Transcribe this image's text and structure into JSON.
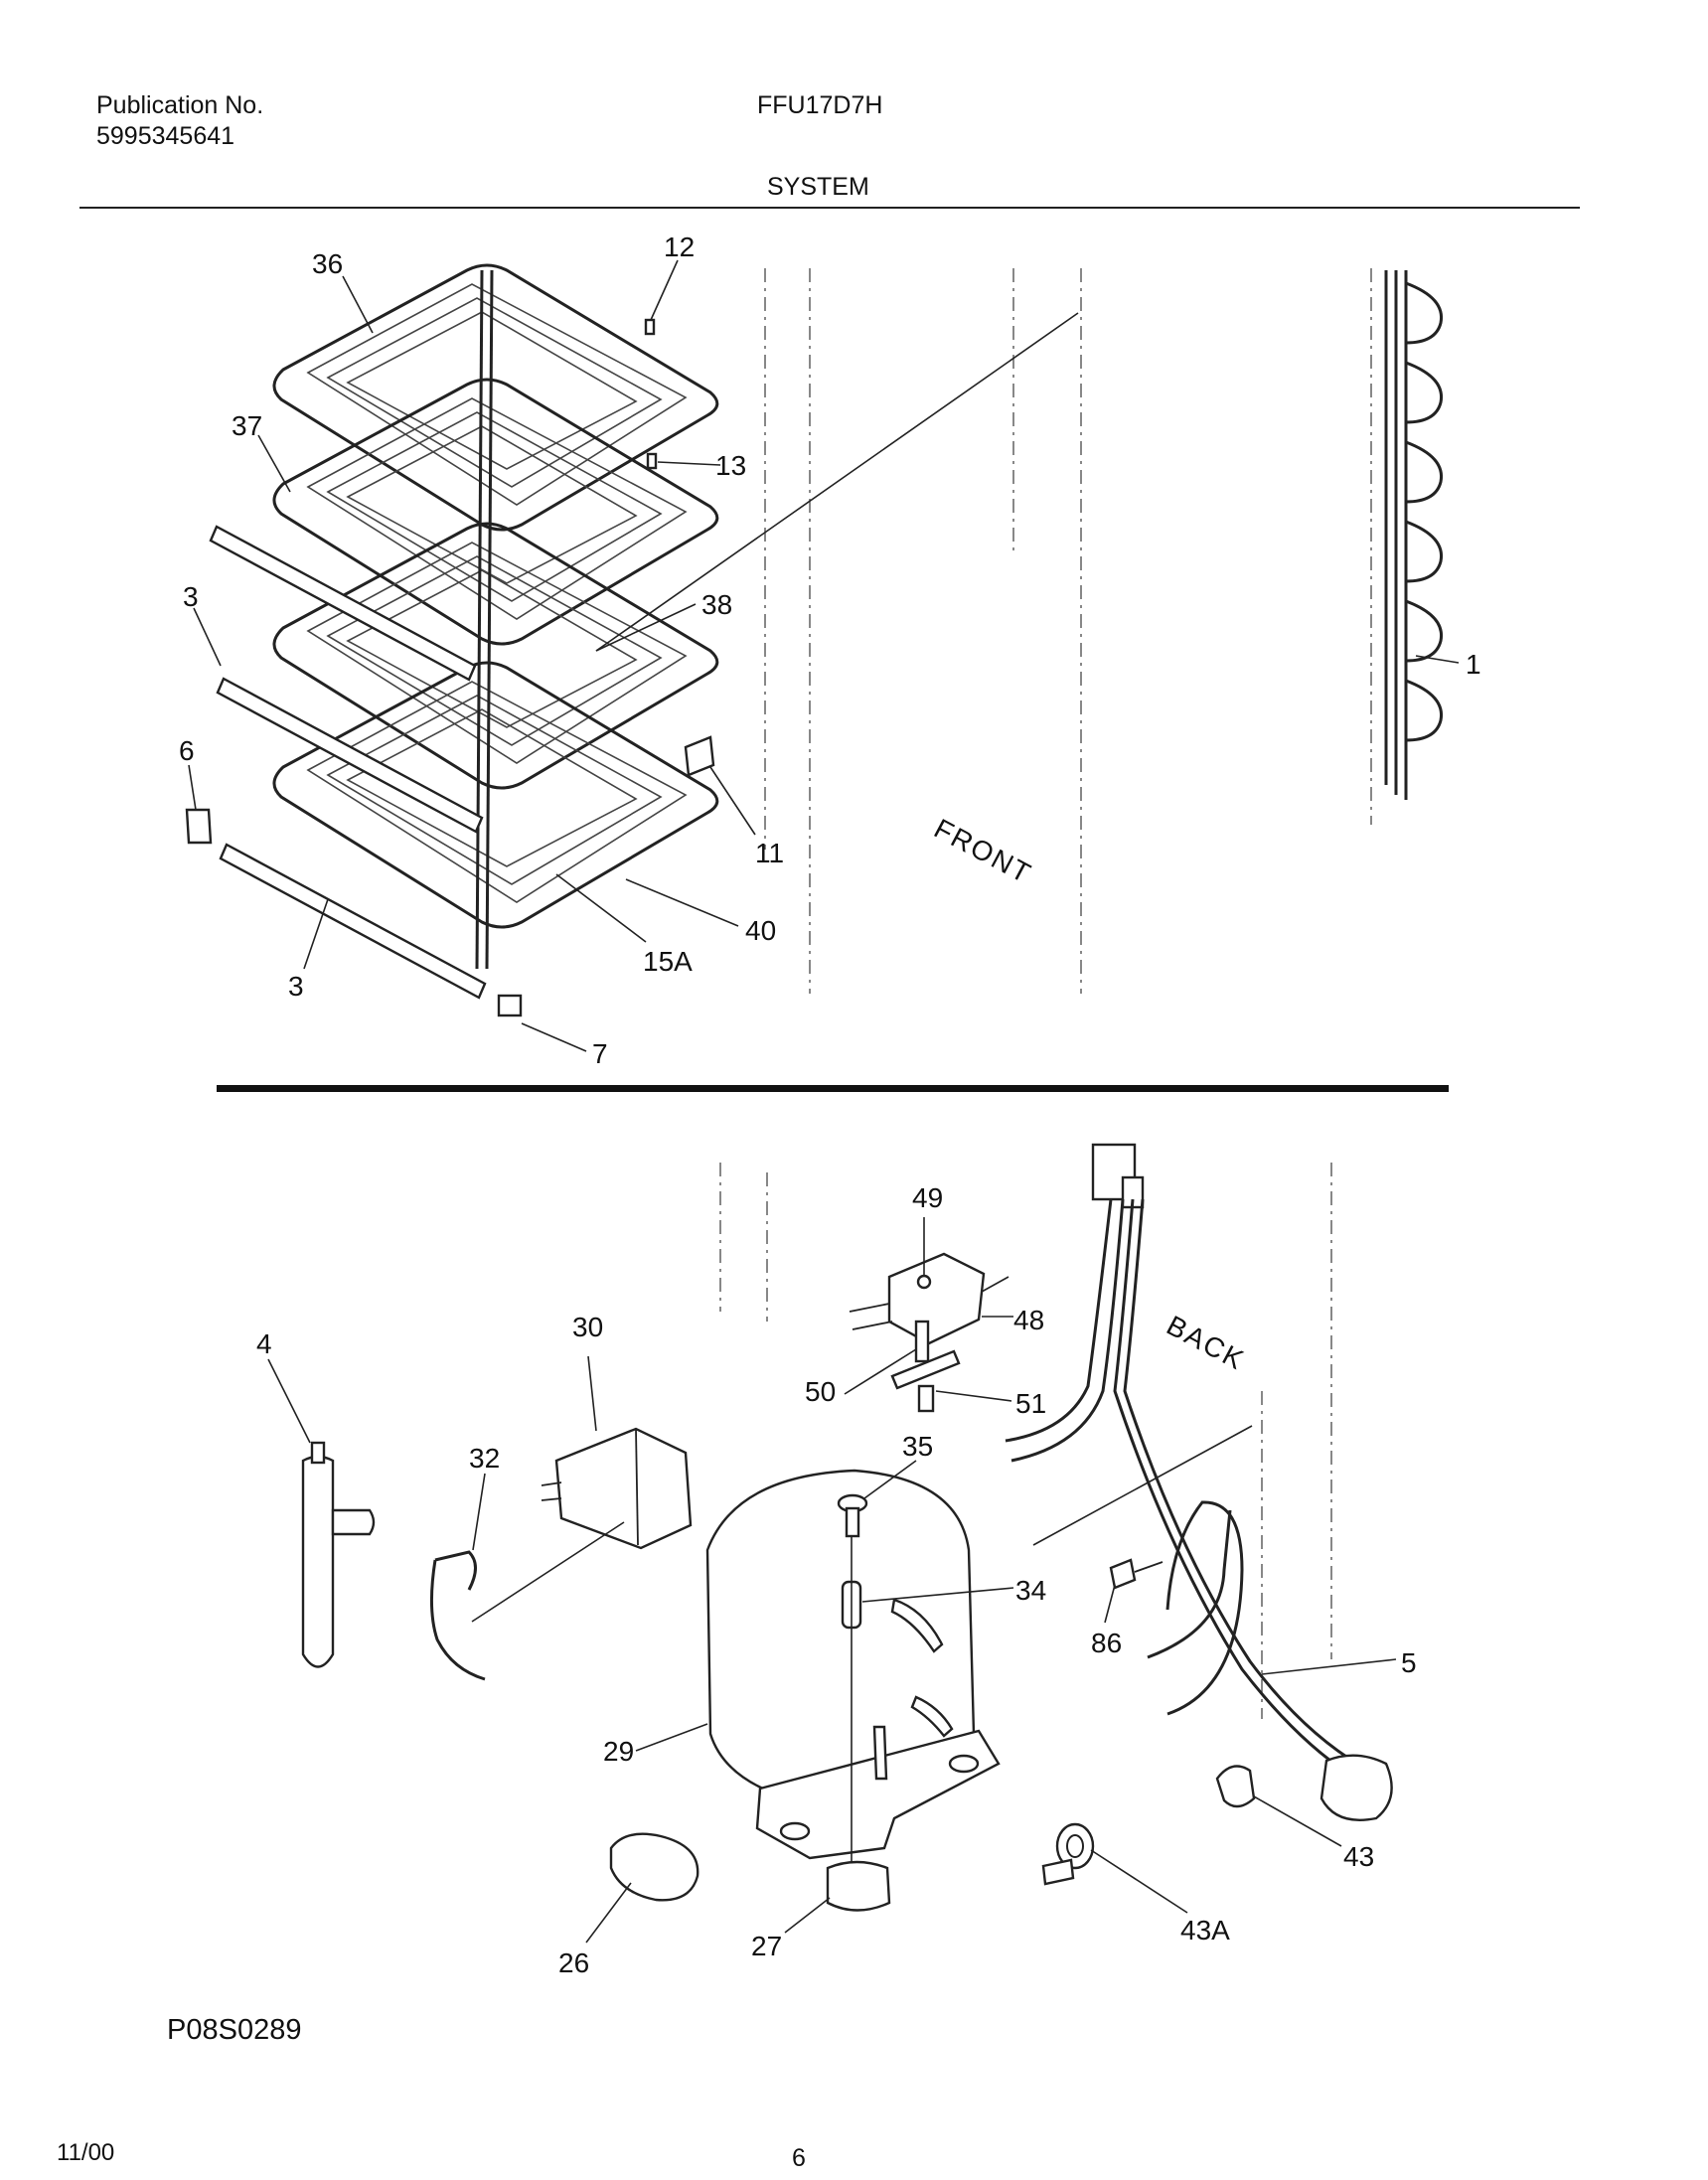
{
  "header": {
    "publication_label": "Publication No.",
    "publication_number": "5995345641",
    "model": "FFU17D7H",
    "section_title": "SYSTEM"
  },
  "diagram": {
    "orientation_labels": {
      "front": "FRONT",
      "back": "BACK"
    },
    "callouts": {
      "p36": "36",
      "p12": "12",
      "p37": "37",
      "p13": "13",
      "p3a": "3",
      "p38": "38",
      "p1": "1",
      "p6": "6",
      "p11": "11",
      "p40": "40",
      "p15a": "15A",
      "p3b": "3",
      "p7": "7",
      "p49": "49",
      "p48": "48",
      "p30": "30",
      "p4": "4",
      "p50": "50",
      "p51": "51",
      "p32": "32",
      "p35": "35",
      "p34": "34",
      "p86": "86",
      "p5": "5",
      "p29": "29",
      "p43": "43",
      "p26": "26",
      "p27": "27",
      "p43a": "43A"
    }
  },
  "footer": {
    "drawing_id": "P08S0289",
    "date": "11/00",
    "page_number": "6"
  }
}
